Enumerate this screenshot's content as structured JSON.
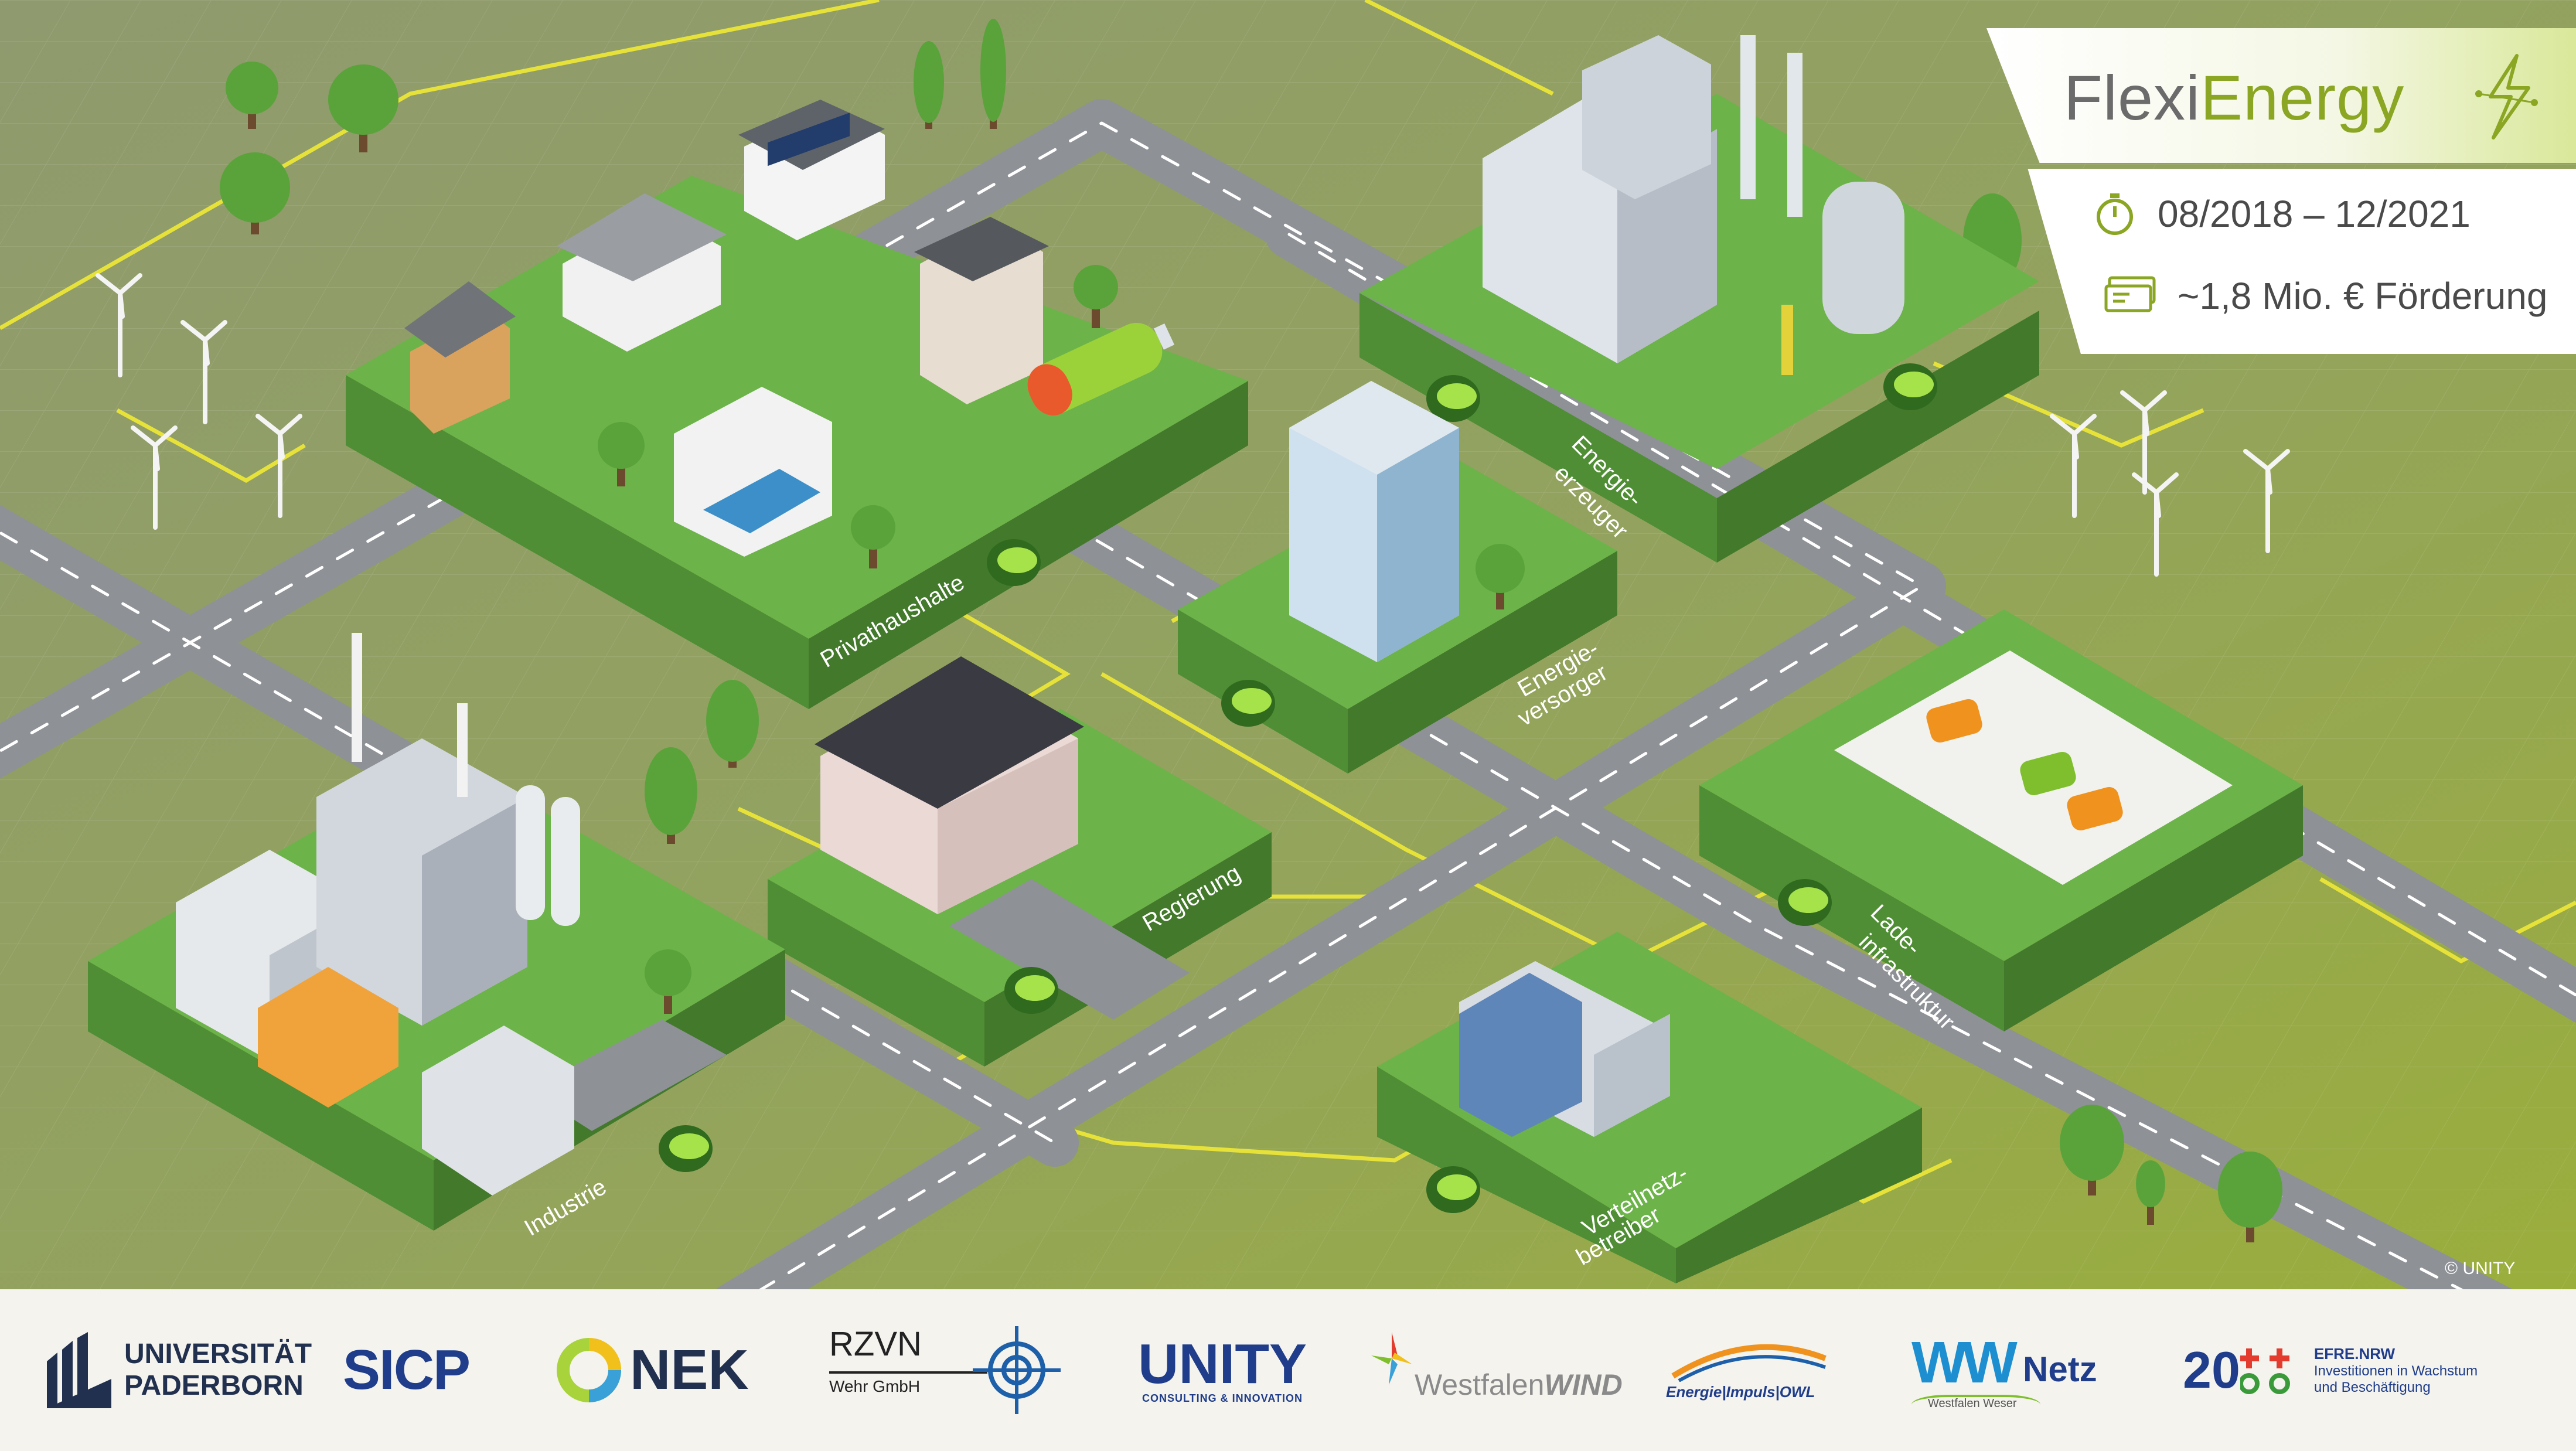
{
  "brand": {
    "part1": "Flexi",
    "part2": "Energy",
    "icon": "flexienergy-lightning-icon"
  },
  "info": {
    "period": "08/2018 – 12/2021",
    "period_icon": "stopwatch-icon",
    "funding": "~1,8 Mio. € Förderung",
    "funding_icon": "banknote-icon"
  },
  "sectors": {
    "households": "Privathaushalte",
    "producers_1": "Energie-",
    "producers_2": "erzeuger",
    "suppliers_1": "Energie-",
    "suppliers_2": "versorger",
    "government": "Regierung",
    "industry": "Industrie",
    "charging_1": "Lade-",
    "charging_2": "infrastruktur",
    "grid_1": "Verteilnetz-",
    "grid_2": "betreiber"
  },
  "copyright": "© UNITY",
  "logos": {
    "upb_1": "UNIVERSITÄT",
    "upb_2": "PADERBORN",
    "sicp": "SICP",
    "nek": "NEK",
    "rzvn_1": "RZVN",
    "rzvn_2": "Wehr GmbH",
    "unity_1": "UNITY",
    "unity_2": "CONSULTING & INNOVATION",
    "wwind_1": "Westfalen",
    "wwind_2": "WIND",
    "eio": "Energie|Impuls|OWL",
    "wwnetz_1": "WW",
    "wwnetz_2": "Netz",
    "wwnetz_3": "Westfalen Weser",
    "efre_1": "20",
    "efre_2": "EFRE.NRW",
    "efre_3": "Investitionen in Wachstum",
    "efre_4": "und Beschäftigung"
  },
  "colors": {
    "grass": "#9fad6b",
    "platform": "#5fa541",
    "road": "#8e9196",
    "cable": "#e6e23a",
    "accent": "#8aa623"
  }
}
